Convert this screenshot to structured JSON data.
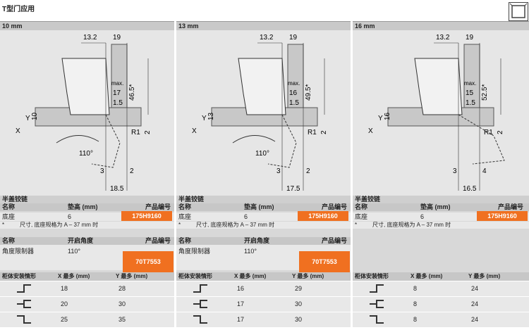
{
  "title": "T型门应用",
  "columns": [
    {
      "heading": "10 mm",
      "dims": {
        "top_left": "13.2",
        "top_right": "19",
        "max": "max.",
        "m1": "17",
        "m2": "1.5",
        "star": "46.5*",
        "y": "Y",
        "x": "X",
        "yv": "10",
        "r": "R1",
        "two": "2",
        "angle": "110°",
        "b_left": "3",
        "b_right": "2",
        "bottom": "18.5"
      },
      "hinge": {
        "section": "半盖铰链",
        "h_name": "名称",
        "h_height": "垫高 (mm)",
        "h_code": "产品编号",
        "name": "底座",
        "height": "6",
        "code": "175H9160",
        "note_mark": "*",
        "note": "尺寸, 底座规格为 A – 37 mm 时"
      },
      "limiter": {
        "h_name": "名称",
        "h_angle": "开启角度",
        "h_code": "产品编号",
        "name": "角度限制器",
        "angle": "110°",
        "code": "70T7553"
      },
      "mount": {
        "h_shape": "柜体安装情形",
        "h_x": "X 最多 (mm)",
        "h_y": "Y 最多 (mm)",
        "rows": [
          {
            "x": "18",
            "y": "28"
          },
          {
            "x": "20",
            "y": "30"
          },
          {
            "x": "25",
            "y": "35"
          }
        ]
      }
    },
    {
      "heading": "13 mm",
      "dims": {
        "top_left": "13.2",
        "top_right": "19",
        "max": "max.",
        "m1": "16",
        "m2": "1.5",
        "star": "49.5*",
        "y": "Y",
        "x": "X",
        "yv": "13",
        "r": "R1",
        "two": "2",
        "angle": "110°",
        "b_left": "3",
        "b_right": "2",
        "bottom": "17.5"
      },
      "hinge": {
        "section": "半盖铰链",
        "h_name": "名称",
        "h_height": "垫高 (mm)",
        "h_code": "产品编号",
        "name": "底座",
        "height": "6",
        "code": "175H9160",
        "note_mark": "*",
        "note": "尺寸, 底座规格为 A – 37 mm 时"
      },
      "limiter": {
        "h_name": "名称",
        "h_angle": "开启角度",
        "h_code": "产品编号",
        "name": "角度限制器",
        "angle": "110°",
        "code": "70T7553"
      },
      "mount": {
        "h_shape": "柜体安装情形",
        "h_x": "X 最多 (mm)",
        "h_y": "Y 最多 (mm)",
        "rows": [
          {
            "x": "16",
            "y": "29"
          },
          {
            "x": "17",
            "y": "30"
          },
          {
            "x": "17",
            "y": "30"
          }
        ]
      }
    },
    {
      "heading": "16 mm",
      "dims": {
        "top_left": "13.2",
        "top_right": "19",
        "max": "max.",
        "m1": "15",
        "m2": "1.5",
        "star": "52.5*",
        "y": "Y",
        "x": "X",
        "yv": "16",
        "r": "R1",
        "two": "2",
        "angle": "",
        "b_left": "3",
        "b_right": "4",
        "bottom": "16.5"
      },
      "hinge": {
        "section": "半盖铰链",
        "h_name": "名称",
        "h_height": "垫高 (mm)",
        "h_code": "产品编号",
        "name": "底座",
        "height": "6",
        "code": "175H9160",
        "note_mark": "*",
        "note": "尺寸, 底座规格为 A – 37 mm 时"
      },
      "mount": {
        "h_shape": "柜体安装情形",
        "h_x": "X 最多 (mm)",
        "h_y": "Y 最多 (mm)",
        "rows": [
          {
            "x": "8",
            "y": "24"
          },
          {
            "x": "8",
            "y": "24"
          },
          {
            "x": "8",
            "y": "24"
          }
        ]
      }
    }
  ],
  "colors": {
    "accent": "#f07020",
    "panel": "#d8d8d8"
  }
}
